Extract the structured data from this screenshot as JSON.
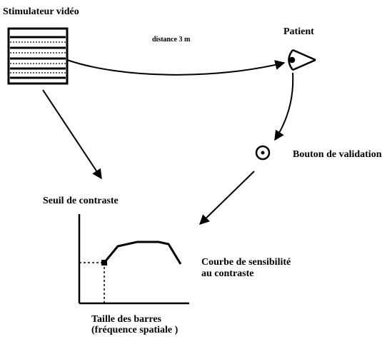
{
  "labels": {
    "stimulator": "Stimulateur vidéo",
    "distance": "distance 3 m",
    "patient": "Patient",
    "button": "Bouton de validation",
    "threshold": "Seuil de contraste",
    "curve_line1": "Courbe de sensibilité",
    "curve_line2": "au contraste",
    "xaxis_line1": "Taille des barres",
    "xaxis_line2": "(fréquence spatiale )"
  },
  "icons": [
    "video-monitor-icon",
    "eye-icon",
    "push-button-icon"
  ],
  "colors": {
    "ink": "#000000",
    "background": "#ffffff"
  }
}
